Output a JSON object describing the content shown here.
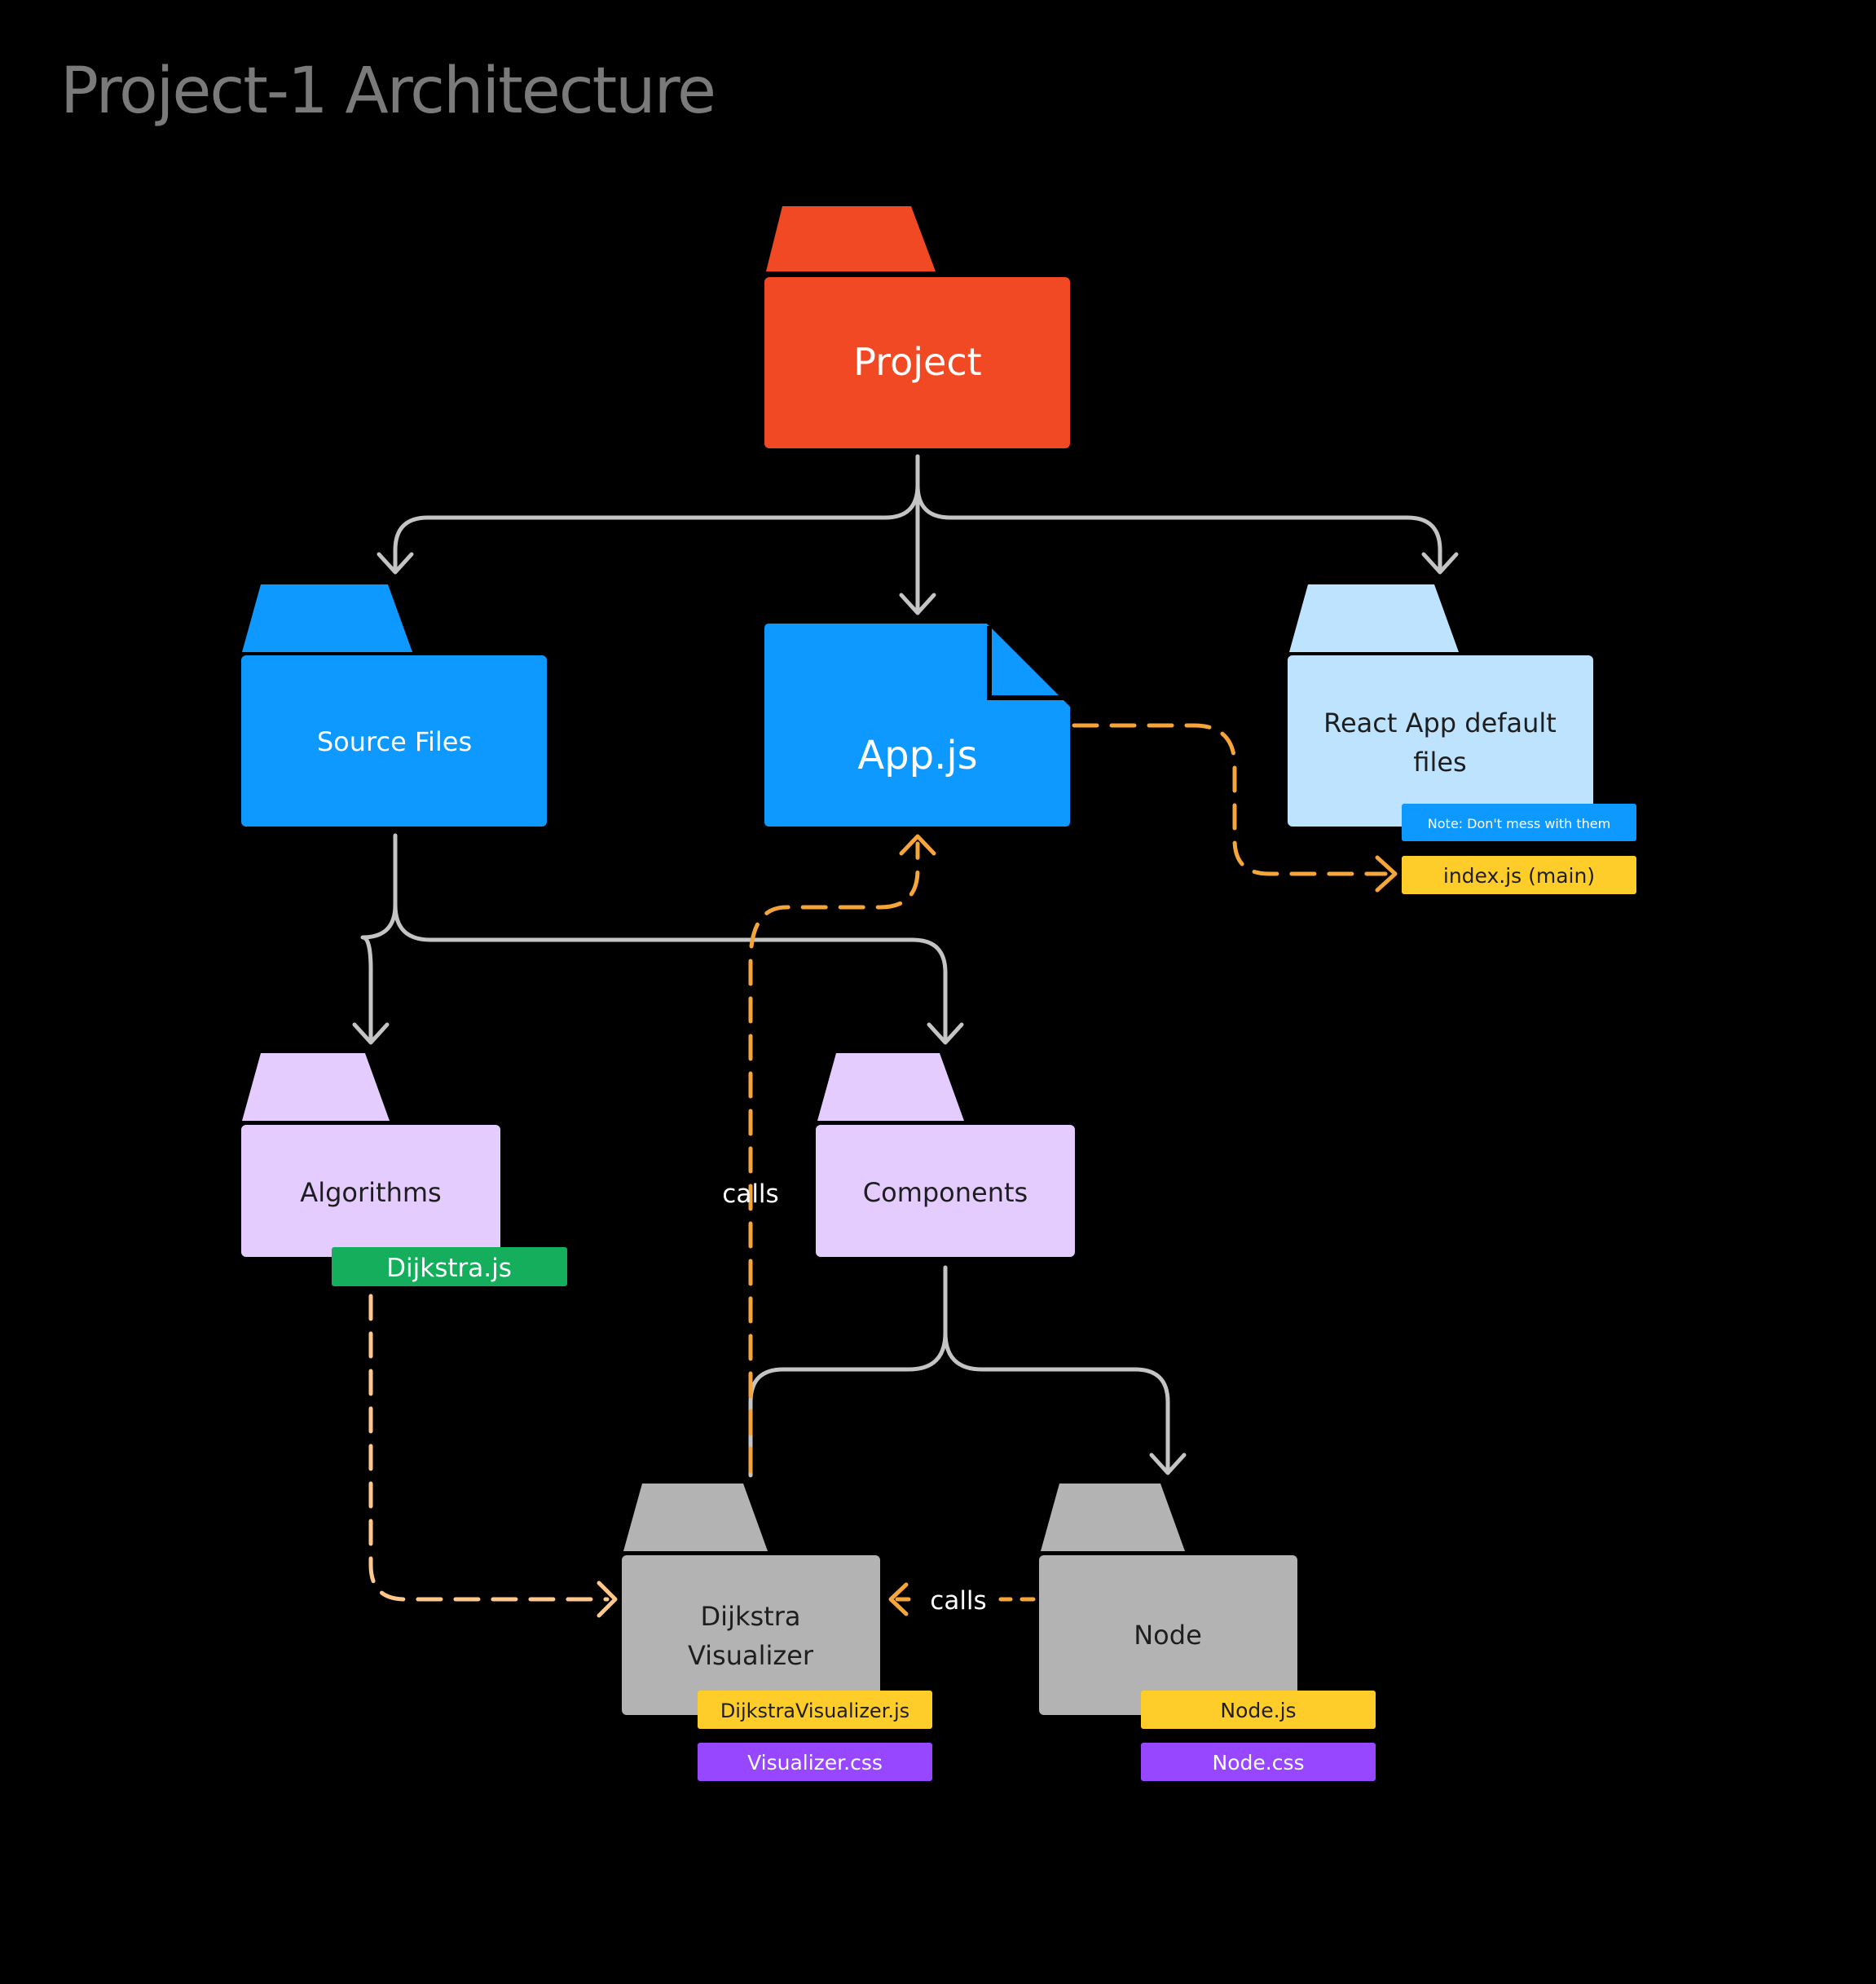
{
  "title": "Project-1 Architecture",
  "colors": {
    "background": "#000000",
    "title": "#7a7a7a",
    "project": "#f04923",
    "blue": "#0d99ff",
    "light_blue": "#bde3ff",
    "lavender": "#e4ccff",
    "gray": "#b3b3b3",
    "yellow": "#ffcd29",
    "green": "#14ae5c",
    "purple": "#9747ff",
    "arrow": "#c4c4c4",
    "dashed_arrow": "#f6a53b",
    "dashed_arrow_light": "#ffc78a"
  },
  "nodes": {
    "project": "Project",
    "source_files": "Source Files",
    "app_js": "App.js",
    "react_defaults_line1": "React App default",
    "react_defaults_line2": "files",
    "algorithms": "Algorithms",
    "components": "Components",
    "dijkstra_visualizer_line1": "Dijkstra",
    "dijkstra_visualizer_line2": "Visualizer",
    "node": "Node"
  },
  "tags": {
    "note": "Note: Don't mess with them",
    "index_js": "index.js (main)",
    "dijkstra_js": "Dijkstra.js",
    "dijkstra_visualizer_js": "DijkstraVisualizer.js",
    "visualizer_css": "Visualizer.css",
    "node_js": "Node.js",
    "node_css": "Node.css"
  },
  "edge_labels": {
    "calls_vertical": "calls",
    "calls_horizontal": "calls"
  }
}
